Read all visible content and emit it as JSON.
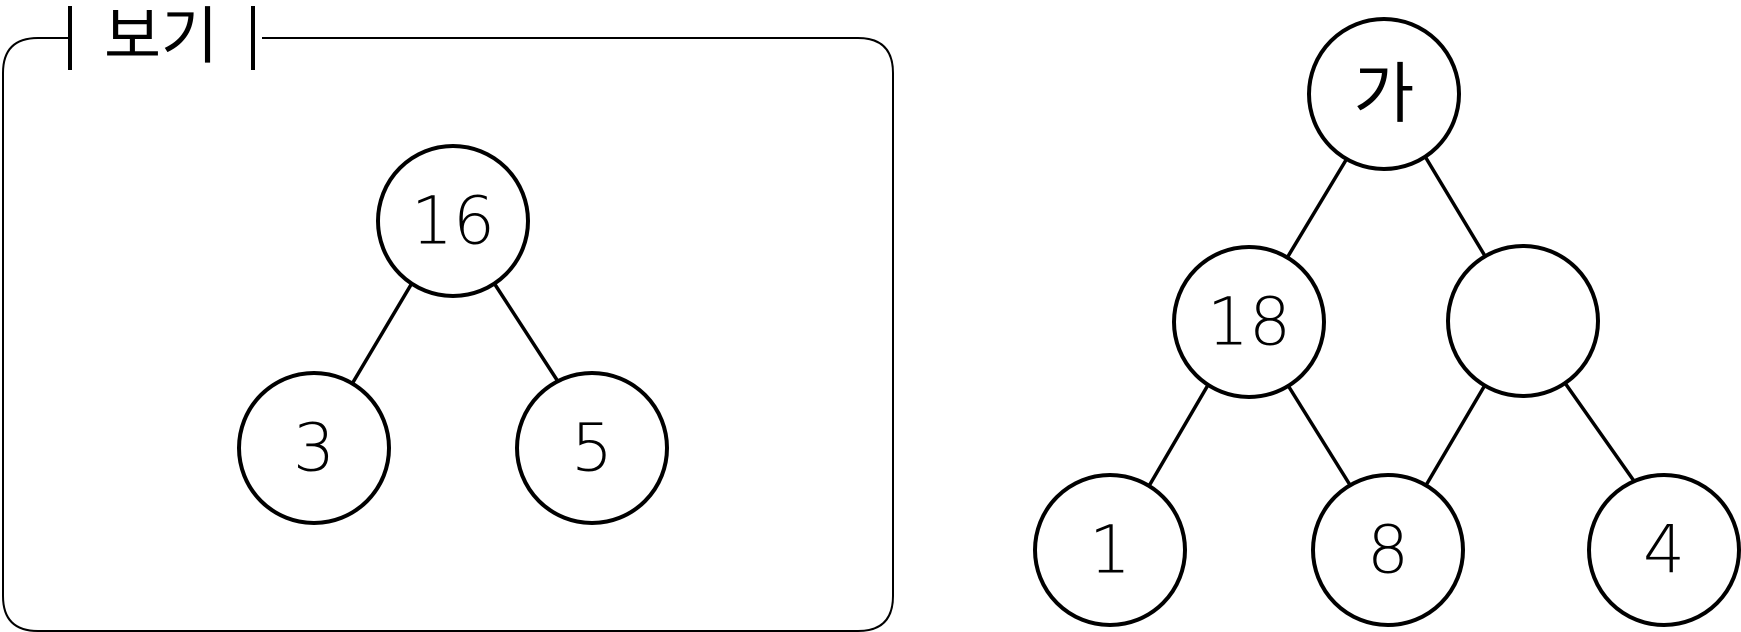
{
  "example_box": {
    "title": "보기",
    "nodes": [
      {
        "id": "root",
        "label": "16"
      },
      {
        "id": "left",
        "label": "3"
      },
      {
        "id": "right",
        "label": "5"
      }
    ]
  },
  "problem_tree": {
    "nodes": [
      {
        "id": "root",
        "label": "가"
      },
      {
        "id": "left",
        "label": "18"
      },
      {
        "id": "right",
        "label": ""
      },
      {
        "id": "leaf1",
        "label": "1"
      },
      {
        "id": "leaf2",
        "label": "8"
      },
      {
        "id": "leaf3",
        "label": "4"
      }
    ]
  }
}
